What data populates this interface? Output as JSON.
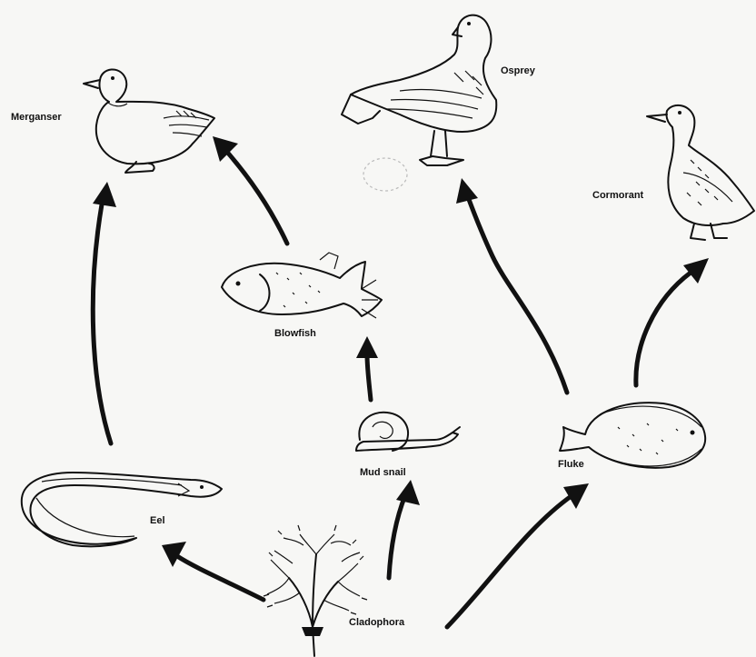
{
  "organisms": {
    "merganser": "Merganser",
    "osprey": "Osprey",
    "cormorant": "Cormorant",
    "blowfish": "Blowfish",
    "mud_snail": "Mud snail",
    "fluke": "Fluke",
    "eel": "Eel",
    "cladophora": "Cladophora"
  },
  "links": [
    {
      "from": "Cladophora",
      "to": "Eel"
    },
    {
      "from": "Cladophora",
      "to": "Mud snail"
    },
    {
      "from": "Cladophora",
      "to": "Fluke"
    },
    {
      "from": "Mud snail",
      "to": "Blowfish"
    },
    {
      "from": "Blowfish",
      "to": "Merganser"
    },
    {
      "from": "Eel",
      "to": "Merganser"
    },
    {
      "from": "Fluke",
      "to": "Osprey"
    },
    {
      "from": "Fluke",
      "to": "Cormorant"
    }
  ]
}
